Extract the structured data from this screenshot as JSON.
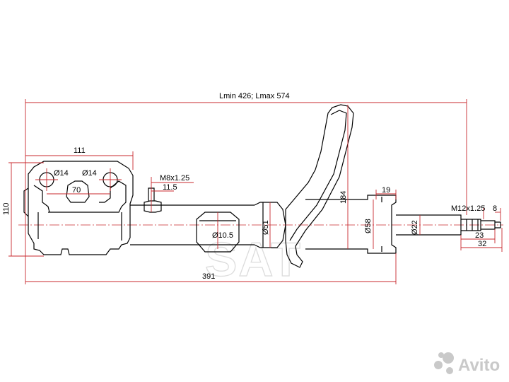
{
  "diagram": {
    "overall_length_label": "Lmin 426; Lmax 574",
    "watermark_text": "SAT",
    "dimensions": {
      "bracket_width": "111",
      "bracket_height": "110",
      "hole_left": "Ø14",
      "hole_right": "Ø14",
      "hole_spacing": "70",
      "thread_bracket": "M8x1.25",
      "thread_bracket_len": "11.5",
      "sensor_hole": "Ø10.5",
      "tube_diameter": "Ø51",
      "spring_seat_height": "184",
      "upper_length": "19",
      "body_diameter": "Ø58",
      "rod_diameter": "Ø22",
      "rod_thread": "M12x1.25",
      "thread_tip": "8",
      "thread_len": "23",
      "rod_end_len": "32",
      "total_length": "391"
    }
  },
  "brand": {
    "name": "Avito",
    "color": "#c9c9c9"
  },
  "colors": {
    "dimension_line": "#c8282e",
    "part_outline": "#000000"
  }
}
